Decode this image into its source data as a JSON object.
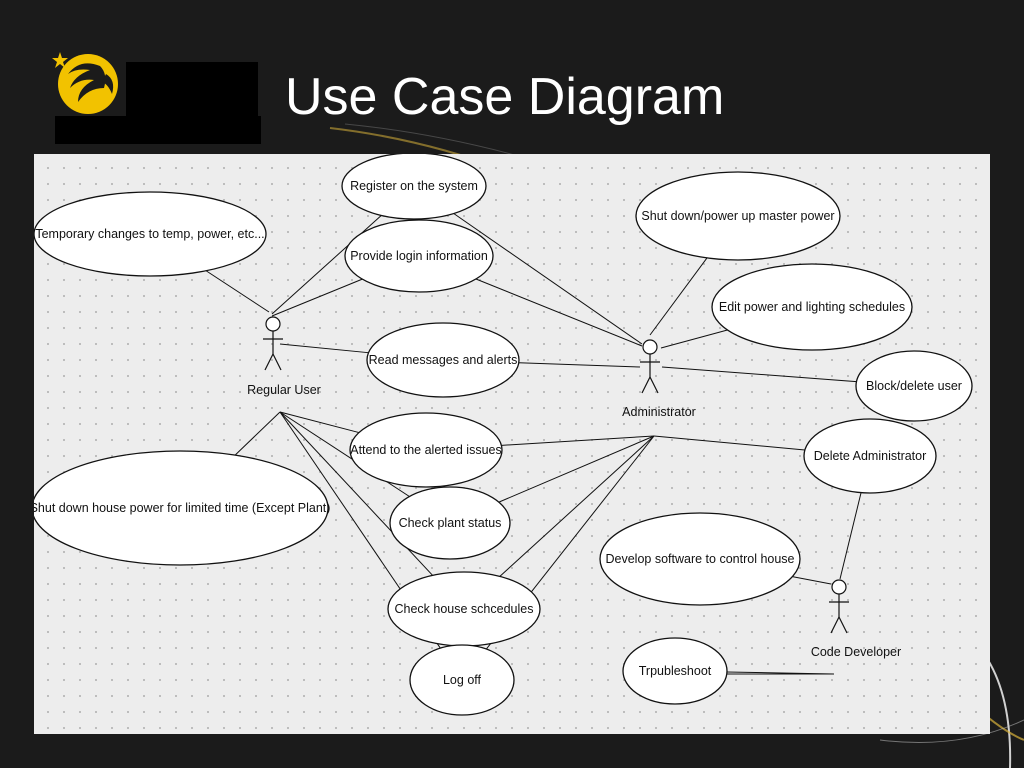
{
  "slide": {
    "title": "Use Case Diagram",
    "colors": {
      "background": "#1b1b1b",
      "accent": "#f2c200",
      "title": "#ffffff",
      "panel": "#ededed"
    }
  },
  "logo": {
    "icon": "pegasus-logo-icon"
  },
  "diagram": {
    "actors": [
      {
        "id": "regular-user",
        "label": "Regular User"
      },
      {
        "id": "administrator",
        "label": "Administrator"
      },
      {
        "id": "code-developer",
        "label": "Code Developer"
      }
    ],
    "use_cases": [
      {
        "id": "register",
        "label": "Register on the system"
      },
      {
        "id": "temp-changes",
        "label": "Temporary changes to temp, power, etc..."
      },
      {
        "id": "provide-login",
        "label": "Provide login information"
      },
      {
        "id": "shutdown-master",
        "label": "Shut down/power up master power"
      },
      {
        "id": "edit-schedules",
        "label": "Edit power and lighting schedules"
      },
      {
        "id": "read-messages",
        "label": "Read messages and alerts"
      },
      {
        "id": "block-delete",
        "label": "Block/delete user"
      },
      {
        "id": "attend-alerts",
        "label": "Attend to the alerted issues"
      },
      {
        "id": "delete-admin",
        "label": "Delete Administrator"
      },
      {
        "id": "shutdown-house",
        "label": "Shut down house power for limited time (Except Plant)"
      },
      {
        "id": "check-plant",
        "label": "Check plant status"
      },
      {
        "id": "develop-software",
        "label": "Develop software to control house"
      },
      {
        "id": "check-schedules",
        "label": "Check house schcedules"
      },
      {
        "id": "troubleshoot",
        "label": "Trpubleshoot"
      },
      {
        "id": "log-off",
        "label": "Log off"
      }
    ],
    "associations": [
      [
        "regular-user",
        "temp-changes"
      ],
      [
        "regular-user",
        "register"
      ],
      [
        "regular-user",
        "provide-login"
      ],
      [
        "regular-user",
        "read-messages"
      ],
      [
        "regular-user",
        "shutdown-house"
      ],
      [
        "regular-user",
        "attend-alerts"
      ],
      [
        "regular-user",
        "check-plant"
      ],
      [
        "regular-user",
        "check-schedules"
      ],
      [
        "regular-user",
        "log-off"
      ],
      [
        "administrator",
        "register"
      ],
      [
        "administrator",
        "provide-login"
      ],
      [
        "administrator",
        "shutdown-master"
      ],
      [
        "administrator",
        "edit-schedules"
      ],
      [
        "administrator",
        "read-messages"
      ],
      [
        "administrator",
        "block-delete"
      ],
      [
        "administrator",
        "attend-alerts"
      ],
      [
        "administrator",
        "delete-admin"
      ],
      [
        "administrator",
        "check-plant"
      ],
      [
        "administrator",
        "check-schedules"
      ],
      [
        "administrator",
        "log-off"
      ],
      [
        "code-developer",
        "delete-admin"
      ],
      [
        "code-developer",
        "develop-software"
      ],
      [
        "code-developer",
        "troubleshoot"
      ]
    ]
  }
}
